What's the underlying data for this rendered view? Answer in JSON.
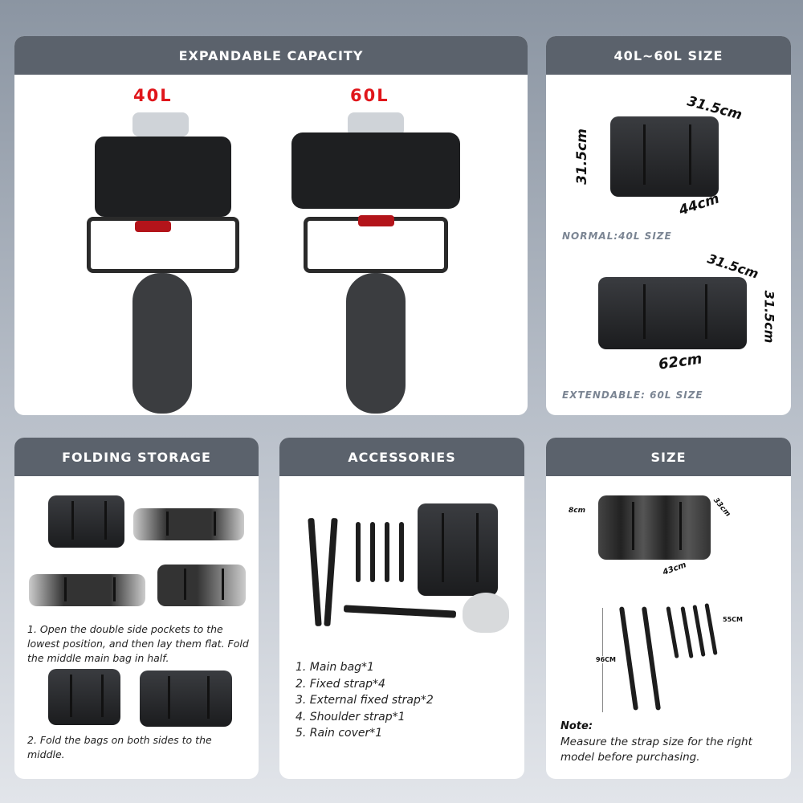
{
  "capacity": {
    "title": "EXPANDABLE CAPACITY",
    "left_label": "40L",
    "right_label": "60L"
  },
  "size_compare": {
    "title": "40L~60L SIZE",
    "normal": {
      "caption": "NORMAL:40L SIZE",
      "depth": "31.5cm",
      "height": "31.5cm",
      "width": "44cm"
    },
    "extended": {
      "caption": "EXTENDABLE: 60L SIZE",
      "depth": "31.5cm",
      "height": "31.5cm",
      "width": "62cm"
    }
  },
  "folding": {
    "title": "FOLDING STORAGE",
    "step1": "1. Open the double side pockets to the lowest position, and then lay them flat. Fold the middle main bag in half.",
    "step2": "2. Fold the bags on both sides to the middle."
  },
  "accessories": {
    "title": "ACCESSORIES",
    "items": [
      "1. Main bag*1",
      "2. Fixed strap*4",
      "3. External fixed strap*2",
      "4. Shoulder strap*1",
      "5. Rain cover*1"
    ]
  },
  "size": {
    "title": "SIZE",
    "fold_height": "8cm",
    "fold_depth": "33cm",
    "fold_width": "43cm",
    "long_strap": "96CM",
    "short_strap": "55CM",
    "note_title": "Note:",
    "note_text": "Measure the strap size for the right model before purchasing."
  },
  "colors": {
    "header": "#5b626c",
    "accent_red": "#e0161b",
    "caption": "#7b8593"
  }
}
